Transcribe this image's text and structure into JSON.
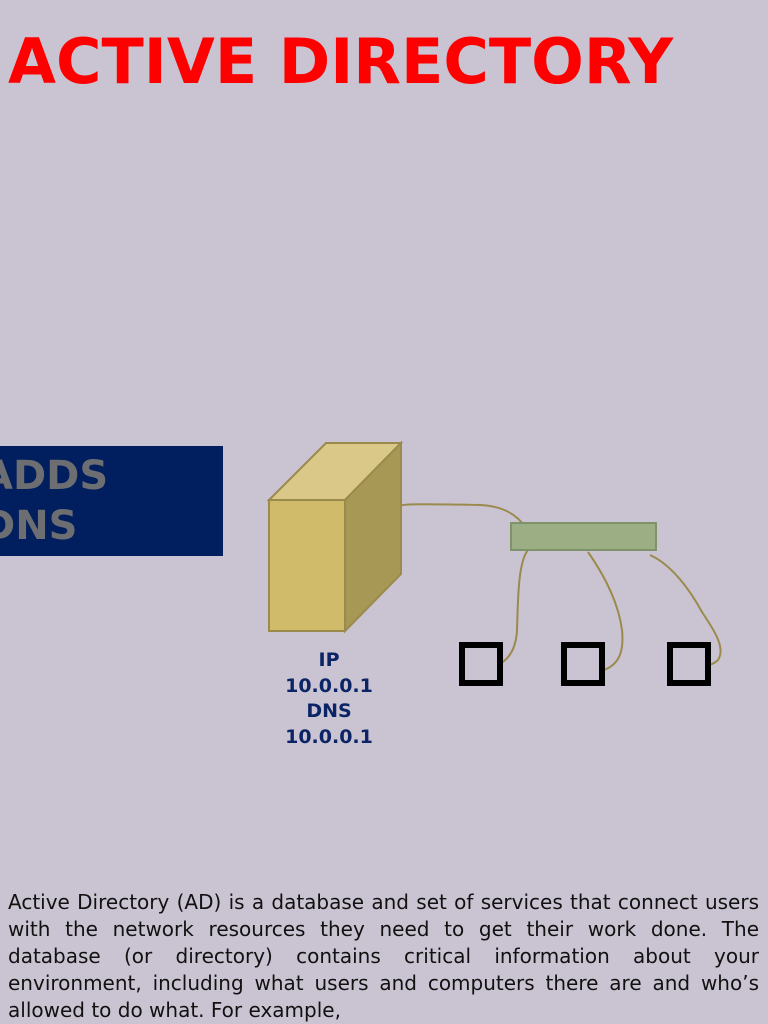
{
  "slide": {
    "title": "ACTIVE DIRECTORY",
    "banner": {
      "line1": "ADDS",
      "line2": "DNS"
    },
    "server_label": [
      "IP",
      "10.0.0.1",
      "DNS",
      "10.0.0.1"
    ],
    "description": "Active Directory (AD) is a database and set of services that connect users with the network resources they need to get their work done. The database (or directory) contains critical information about your environment, including what users and computers there are and who’s allowed to do what. For example,"
  },
  "diagram": {
    "nodes": [
      {
        "name": "server",
        "icon": "server-box-icon"
      },
      {
        "name": "switch",
        "icon": "network-switch-icon"
      },
      {
        "name": "client-1",
        "icon": "computer-square-icon"
      },
      {
        "name": "client-2",
        "icon": "computer-square-icon"
      },
      {
        "name": "client-3",
        "icon": "computer-square-icon"
      }
    ],
    "edges": [
      [
        "server",
        "switch"
      ],
      [
        "switch",
        "client-1"
      ],
      [
        "switch",
        "client-2"
      ],
      [
        "switch",
        "client-3"
      ]
    ]
  },
  "colors": {
    "background": "#cac4d2",
    "title": "#ff0000",
    "banner_bg": "#011e5e",
    "banner_text": "#6d6e72",
    "server_front": "#cfbb6a",
    "server_top": "#d9c888",
    "server_side": "#a89856",
    "switch": "#9caf84",
    "cable": "#9a8a4c",
    "label": "#0b2466"
  }
}
